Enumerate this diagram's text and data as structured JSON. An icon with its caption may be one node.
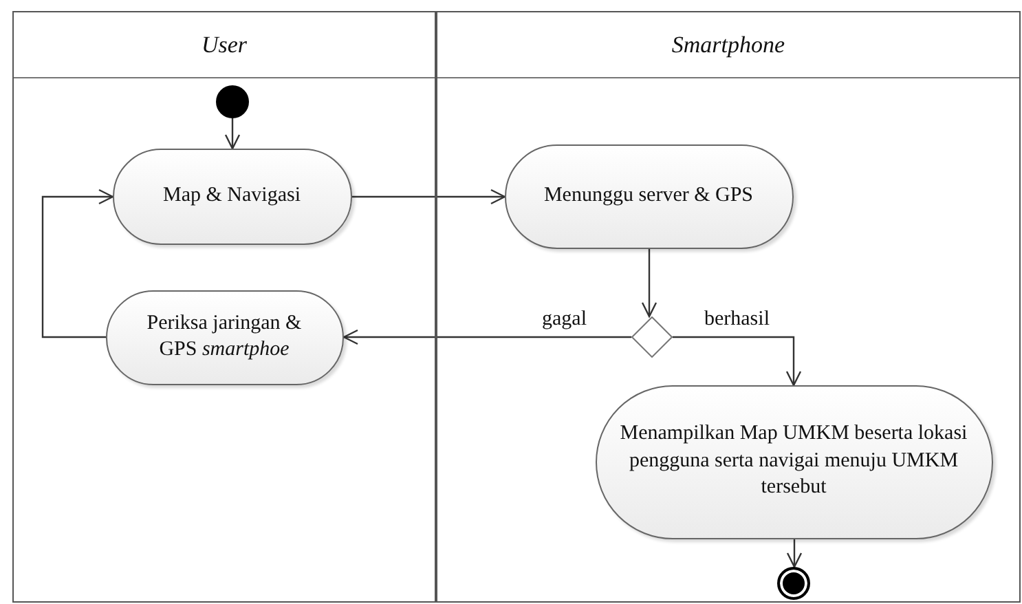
{
  "diagram": {
    "nodes": [
      {
        "text": [
          "User"
        ]
      },
      {
        "text": [],
        "shape": "circle",
        "in": 0
      },
      {
        "text": [
          "Map & Navigasi"
        ],
        "in": 0
      },
      {
        "text": [
          "Periksa jaringan & GPS *smartphoe*"
        ],
        "in": 0
      },
      {
        "text": [
          "Smartphone"
        ]
      },
      {
        "text": [
          "Menunggu server & GPS"
        ],
        "in": 4
      },
      {
        "text": [],
        "shape": "diamond",
        "in": 4
      },
      {
        "text": [
          "Menampilkan Map UMKM beserta lokasi pengguna serta navigai menuju UMKM tersebut"
        ],
        "in": 4
      },
      {
        "text": [],
        "shape": "circle",
        "in": 4
      }
    ],
    "edges": [
      {
        "from": 1,
        "to": 2,
        "arrow": "to"
      },
      {
        "from": 2,
        "to": 5,
        "arrow": "to"
      },
      {
        "from": 5,
        "to": 6,
        "arrow": "to"
      },
      {
        "from": 6,
        "to": 3,
        "arrow": "to",
        "label": "gagal"
      },
      {
        "from": 6,
        "to": 7,
        "arrow": "to",
        "label": "berhasil"
      },
      {
        "from": 7,
        "to": 8,
        "arrow": "to"
      },
      {
        "from": 3,
        "to": 2,
        "arrow": "to"
      }
    ]
  }
}
